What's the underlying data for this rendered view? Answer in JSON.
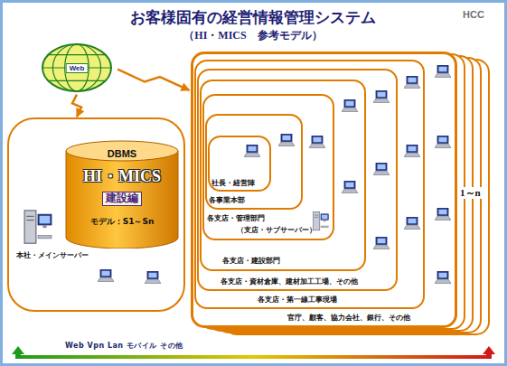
{
  "diagram": {
    "title": "お客様固有の経営情報管理システム",
    "nodes": [
      {
        "text": [
          "本社・メインサーバー"
        ]
      },
      {
        "text": [
          "DBMS",
          "HI・MICS",
          "建設編",
          "モデル：S1～Sn"
        ],
        "in": 0
      },
      {
        "text": [
          "Web"
        ]
      },
      {
        "text": [
          "官庁、顧客、協力会社、銀行、その他"
        ]
      },
      {
        "text": [
          "各支店・第一線工事現場"
        ],
        "in": 3
      },
      {
        "text": [
          "各支店・資材倉庫、建材加工工場、その他"
        ],
        "in": 4
      },
      {
        "text": [
          "各支店・建設部門"
        ],
        "in": 5
      },
      {
        "text": [
          "各支店・管理部門",
          "（支店・サブサーバー）"
        ],
        "in": 6
      },
      {
        "text": [
          "各事業本部"
        ],
        "in": 7
      },
      {
        "text": [
          "社長・経営陣"
        ],
        "in": 8
      }
    ],
    "edges": [
      {
        "from": 2,
        "to": 0,
        "arrow": "to"
      },
      {
        "from": 2,
        "to": 3,
        "arrow": "to"
      }
    ],
    "labels": [
      "（HI・MICS　参考モデル）",
      "HCC",
      "1～n",
      "Web Vpn Lan モバイル その他"
    ]
  }
}
